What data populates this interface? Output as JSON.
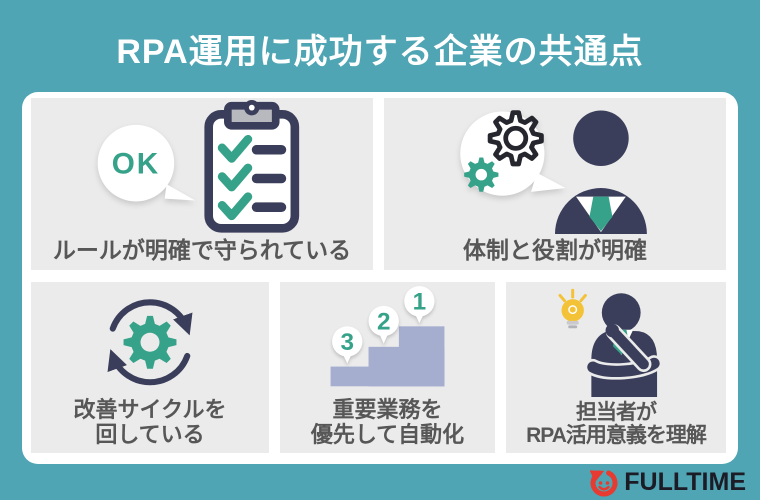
{
  "title": "RPA運用に成功する企業の共通点",
  "colors": {
    "teal_background": "#4fa5b3",
    "navy": "#3a3e5a",
    "accent_green": "#36a289",
    "panel_gray": "#ebebeb",
    "label_gray": "#575757",
    "stairs_purple": "#a6aed0",
    "bulb_yellow": "#f3c237",
    "logo_red": "#e73a30",
    "card_white": "#ffffff"
  },
  "panels": {
    "rules": {
      "label": "ルールが明確で守られている",
      "bubble_text": "OK"
    },
    "organization": {
      "label": "体制と役割が明確"
    },
    "cycle": {
      "label": "改善サイクルを\n回している"
    },
    "priority": {
      "label": "重要業務を\n優先して自動化",
      "steps": [
        "3",
        "2",
        "1"
      ]
    },
    "understanding": {
      "label": "担当者が\nRPA活用意義を理解"
    }
  },
  "footer": {
    "brand": "FULLTIME"
  }
}
